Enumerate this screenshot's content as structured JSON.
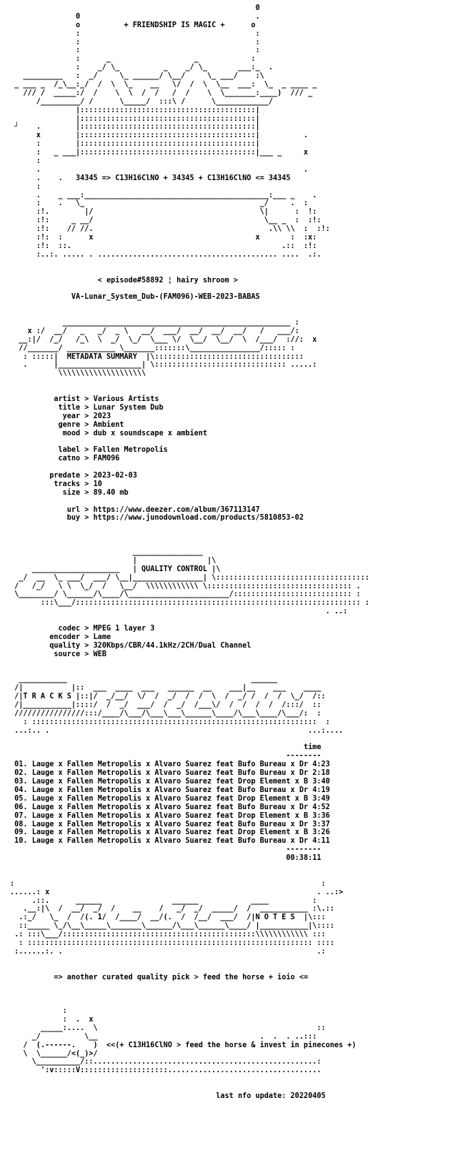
{
  "art_top": [
    "                                                        0",
    "               0                                        .",
    "               o          + FRIENDSHIP IS MAGIC +      o",
    "               :                                        :",
    "               :                                        :",
    "               :                                        :",
    "               :      _                   _            :",
    "               :    _/ \\_          _    _/ \\_       ___:_  .",
    "   _________   :  _/     \\_ ______/ \\__/     \\_ ___/    :\\",
    " _ ___ _  /_\\__:_/  /  \\  \\_    __   \\/  /  \\  \\__  ___:  \\_  _ ____ _",
    "   /// /  _____:/  /    \\  \\  /  /   /  /    \\  \\_______:____)  /// _",
    "      /_________/ /      \\_____/  :::\\ /      \\____________/",
    "               |::::::::::::::::::::::::::::::::::::::::|",
    "               |::::::::::::::::::::::::::::::::::::::::|",
    " ┘    .        |::::::::::::::::::::::::::::::::::::::::|",
    "      x        |::::::::::::::::::::::::::::::::::::::::|          .",
    "      :        |::::::::::::::::::::::::::::::::::::::::|",
    "      :   _ ___|::::::::::::::::::::::::::::::::::::::::|___ _     x",
    "      :",
    "      .                                                            .",
    "      .    .   34345 => C13H16ClNO + 34345 + C13H16ClNO <= 34345",
    "      :",
    "      .    _ ___:__________________________________________:___ _    .",
    "      :    .   \\_                                        _/     .  :",
    "      :!.        |/                                      \\|      :  !:",
    "      :!:     _ __/                                       \\__ _  :  :!:",
    "      :!:    // //.                                        .\\\\ \\\\  :  :!:",
    "      :!:  :      x                                     x       :  :x:",
    "      :!:  ::.                                                .::  :!:",
    "      :..:. ..... . ......................................... ....  .:."
  ],
  "episode": "< episode#58892 ¦ hairy shroom >",
  "release_name": "VA-Lunar_System_Dub-(FAM096)-WEB-2023-BABAS",
  "art_meta": [
    "            ____________________________________________________ :",
    "    x :/  __/   _   _/  _ \\   __/  ___/  __/  __/  __/   /   ___/:",
    "  __:|/  /_/   /_\\  \\  _/  \\_/  \\___ \\/  \\__/  \\__/  \\  /___/  ://:  x",
    "  //_______/ ___________ \\_______:::::::\\________________/::::: :",
    "   : :::::|  METADATA SUMMARY  |\\::::::::::::::::::::::::::::::::::",
    "   .      |___________________| \\:::::::::::::::::::::::::::::: .....:",
    "           \\\\\\\\\\\\\\\\\\\\\\\\\\\\\\\\\\\\\\\\"
  ],
  "metadata": [
    {
      "key": "artist",
      "value": "Various Artists"
    },
    {
      "key": "title",
      "value": "Lunar System Dub"
    },
    {
      "key": "year",
      "value": "2023"
    },
    {
      "key": "genre",
      "value": "Ambient"
    },
    {
      "key": "mood",
      "value": "dub x soundscape x ambient"
    },
    {
      "key": "",
      "value": ""
    },
    {
      "key": "label",
      "value": "Fallen Metropolis"
    },
    {
      "key": "catno",
      "value": "FAM096"
    },
    {
      "key": "",
      "value": ""
    },
    {
      "key": "predate",
      "value": "2023-02-03"
    },
    {
      "key": "tracks",
      "value": "10"
    },
    {
      "key": "size",
      "value": "89.40 mb"
    },
    {
      "key": "",
      "value": ""
    },
    {
      "key": "url",
      "value": "https://www.deezer.com/album/367113147"
    },
    {
      "key": "buy",
      "value": "https://www.junodownload.com/products/5810853-02"
    }
  ],
  "art_quality": [
    "                            ________________",
    "                            |                |\\",
    "     ____________________   | QUALITY CONTROL |\\",
    "  _/  __  \\_ ___/  ___/ \\__|________________| \\:::::::::::::::::::::::::::::::::::",
    " /   /_/   \\ \\  \\_/  /   \\__/  \\\\\\\\\\\\\\\\\\\\\\\\ \\::::::::::::::::::::::::::::::::: .",
    " \\________/ \\______/\\____/\\_______________________/::::::::::::::::::::::::::: :",
    "       :::\\___/::::::::::::::::::::::::::::::::::::::::::::::::::::::::::::::::: :",
    "                                                                        . ..:"
  ],
  "quality": [
    {
      "key": "codec",
      "value": "MPEG 1 layer 3"
    },
    {
      "key": "encoder",
      "value": "Lame"
    },
    {
      "key": "quality",
      "value": "320Kbps/CBR/44.1kHz/2CH/Dual Channel"
    },
    {
      "key": "source",
      "value": "WEB"
    }
  ],
  "art_tracks": [
    "  ___________                                          ______",
    " /|           |::  ___  ____  ___   ______  __    ___|__    ___    ____",
    " /|T R A C K S |::|/  _/__/  \\/  /  _/  /  /  \\  /  _/ /  /  /  \\_/  /::",
    " /|___________|::::/  /  _/  ___/  /  _/  /___\\/  /  /  /  /  /:::/  ::",
    " ////////////////:::/____/\\___/\\___\\___\\______\\____/\\___\\____/\\___/:  :",
    "   : :::::::::::::::::::::::::::::::::::::::::::::::::::::::::::::::::  :",
    " ...:.. .                                                           ...:...."
  ],
  "tracks_header": "time",
  "tracks_rule": "--------",
  "tracks": [
    {
      "num": "01.",
      "title": "Lauge x Fallen Metropolis x Alvaro Suarez feat Bufo Bureau x Dr",
      "time": "4:23"
    },
    {
      "num": "02.",
      "title": "Lauge x Fallen Metropolis x Alvaro Suarez feat Bufo Bureau x Dr",
      "time": "2:18"
    },
    {
      "num": "03.",
      "title": "Lauge x Fallen Metropolis x Alvaro Suarez feat Drop Element x B",
      "time": "3:40"
    },
    {
      "num": "04.",
      "title": "Lauge x Fallen Metropolis x Alvaro Suarez feat Bufo Bureau x Dr",
      "time": "4:19"
    },
    {
      "num": "05.",
      "title": "Lauge x Fallen Metropolis x Alvaro Suarez feat Drop Element x B",
      "time": "3:49"
    },
    {
      "num": "06.",
      "title": "Lauge x Fallen Metropolis x Alvaro Suarez feat Bufo Bureau x Dr",
      "time": "4:52"
    },
    {
      "num": "07.",
      "title": "Lauge x Fallen Metropolis x Alvaro Suarez feat Drop Element x B",
      "time": "3:36"
    },
    {
      "num": "08.",
      "title": "Lauge x Fallen Metropolis x Alvaro Suarez feat Bufo Bureau x Dr",
      "time": "3:37"
    },
    {
      "num": "09.",
      "title": "Lauge x Fallen Metropolis x Alvaro Suarez feat Drop Element x B",
      "time": "3:26"
    },
    {
      "num": "10.",
      "title": "Lauge x Fallen Metropolis x Alvaro Suarez feat Bufo Bureau x Dr",
      "time": "4:11"
    }
  ],
  "tracks_total": "00:38:11",
  "art_notes": [
    ":                                                                      :",
    "......: x                                                             . ..:>",
    "     .::.      ______                ______            ____          :",
    "   .__:|\\  /  __/  _/  /    __    /   _/  _/  _____/  /  ___________ :\\.::",
    "  .:_/   \\_  /  /(. 1/  /____/  __/(.  /  /__/  ___/  /|N O T E S  |\\:::",
    "  ::_____ \\_/\\__\\_____\\_______\\______/\\___\\______\\____/ |___________|\\::::",
    " .: :::\\___/::::::::::::::::::::::::::::::::::::::::::::\\\\\\\\\\\\\\\\\\\\\\\\ :::",
    "  : ::::::::::::::::::::::::::::::::::::::::::::::::::::::::::::::::: ::::",
    " :......:. .                                                          .:"
  ],
  "notes": "=> another curated quality pick > feed the horse + ioio <=",
  "art_footer": [
    "            :",
    "            :  .  x",
    "       _____:....  \\                                                  ::",
    "     _/          \\__                                     .  .  . ..:::",
    "   /  (.------.    )  <<(+ C13H16ClNO > feed the horse & invest in pinecones +)",
    "   \\  \\______/<(_)>/",
    "     \\__________/::...................................................:",
    "       ':v:::::V::::::::::::::::::::..................................."
  ],
  "last_update": "last nfo update: 20220405"
}
